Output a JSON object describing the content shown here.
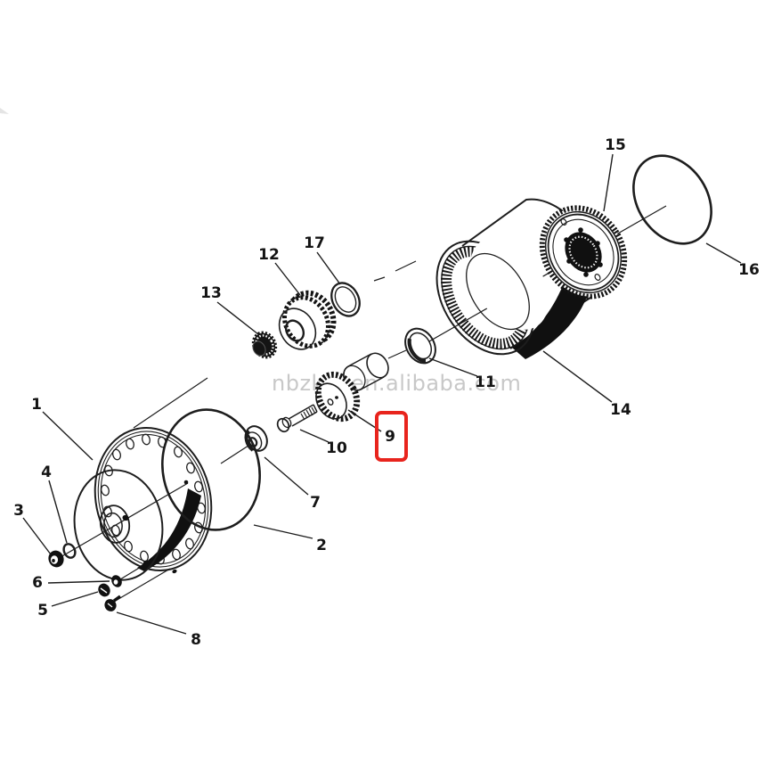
{
  "watermark": {
    "text": "nbzkjx.en.alibaba.com"
  },
  "highlight": {
    "label": "9",
    "color": "#e8241d"
  },
  "callouts": [
    {
      "label": "1"
    },
    {
      "label": "2"
    },
    {
      "label": "3"
    },
    {
      "label": "4"
    },
    {
      "label": "5"
    },
    {
      "label": "6"
    },
    {
      "label": "7"
    },
    {
      "label": "8"
    },
    {
      "label": "9"
    },
    {
      "label": "10"
    },
    {
      "label": "11"
    },
    {
      "label": "12"
    },
    {
      "label": "13"
    },
    {
      "label": "14"
    },
    {
      "label": "15"
    },
    {
      "label": "16"
    },
    {
      "label": "17"
    }
  ]
}
